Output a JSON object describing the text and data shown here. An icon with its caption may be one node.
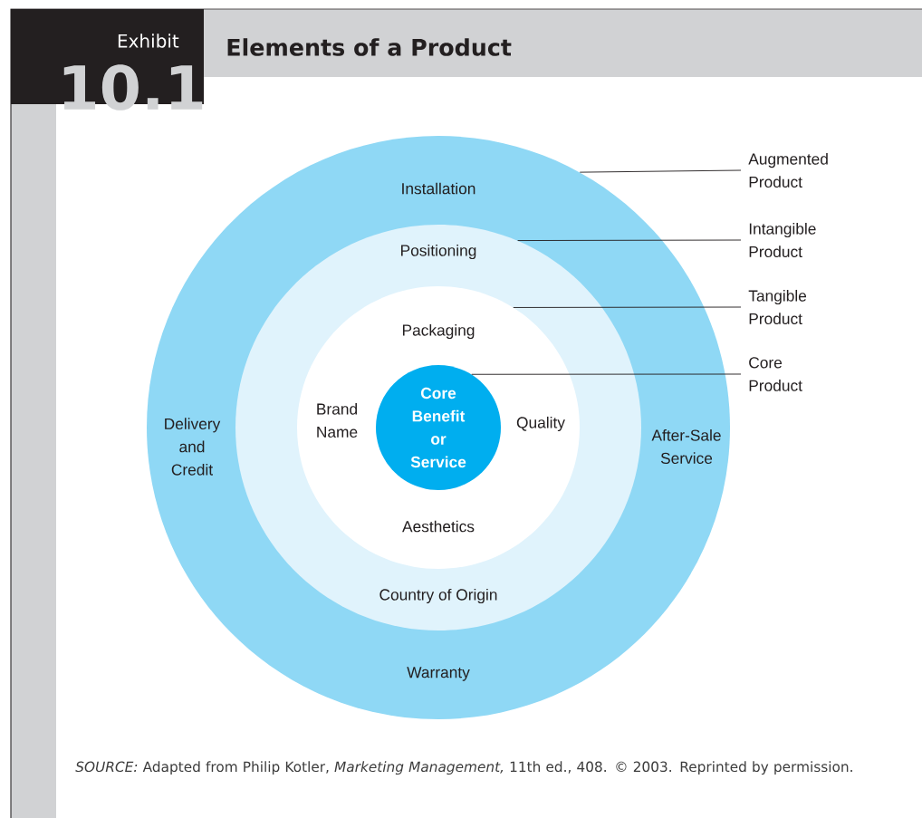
{
  "diagram": {
    "title": "Elements of a Product",
    "nodes": [
      {
        "text": [
          "Installation",
          "Delivery and Credit",
          "After-Sale Service",
          "Warranty"
        ]
      },
      {
        "text": [
          "Positioning",
          "Country of Origin"
        ],
        "in": 0
      },
      {
        "text": [
          "Packaging",
          "Brand Name",
          "Quality",
          "Aesthetics"
        ],
        "in": 1
      },
      {
        "text": [
          "Core Benefit or Service"
        ],
        "in": 2
      },
      {
        "text": [
          "Augmented Product"
        ]
      },
      {
        "text": [
          "Intangible Product"
        ]
      },
      {
        "text": [
          "Tangible Product"
        ]
      },
      {
        "text": [
          "Core Product"
        ]
      }
    ],
    "edges": [
      {
        "from": 4,
        "to": 0,
        "arrow": "none"
      },
      {
        "from": 5,
        "to": 1,
        "arrow": "none"
      },
      {
        "from": 6,
        "to": 2,
        "arrow": "none"
      },
      {
        "from": 7,
        "to": 3,
        "arrow": "none"
      }
    ],
    "labels": [
      "Exhibit",
      "10.1"
    ],
    "caption": "*SOURCE:* Adapted from Philip Kotler, *Marketing Management,* 11th ed., 408. © 2003. Reprinted by permission."
  }
}
